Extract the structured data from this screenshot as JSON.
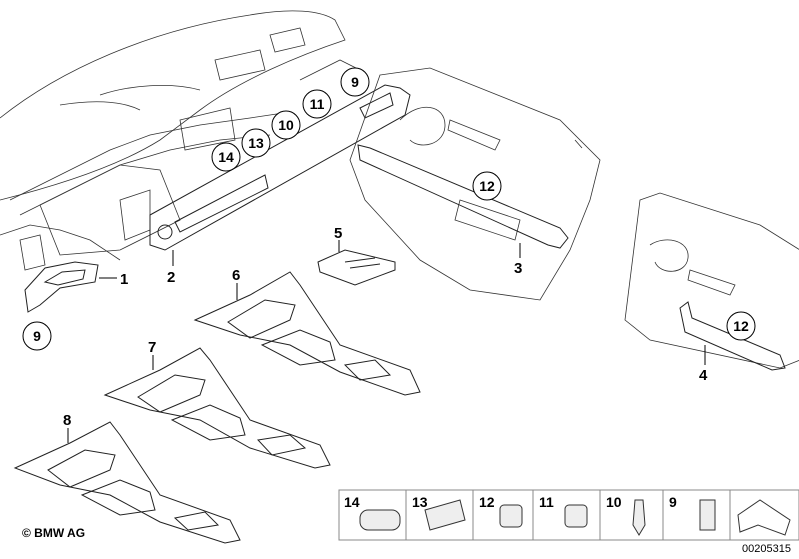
{
  "diagram": {
    "copyright": "© BMW AG",
    "diagram_id": "00205315",
    "part_numbers": [
      "1",
      "2",
      "3",
      "4",
      "5",
      "6",
      "7",
      "8"
    ],
    "circled_labels": {
      "c9a": "9",
      "c9b": "9",
      "c14": "14",
      "c13": "13",
      "c10": "10",
      "c11": "11",
      "c12a": "12",
      "c12b": "12"
    },
    "legend_strip": [
      "14",
      "13",
      "12",
      "11",
      "10",
      "9"
    ]
  }
}
